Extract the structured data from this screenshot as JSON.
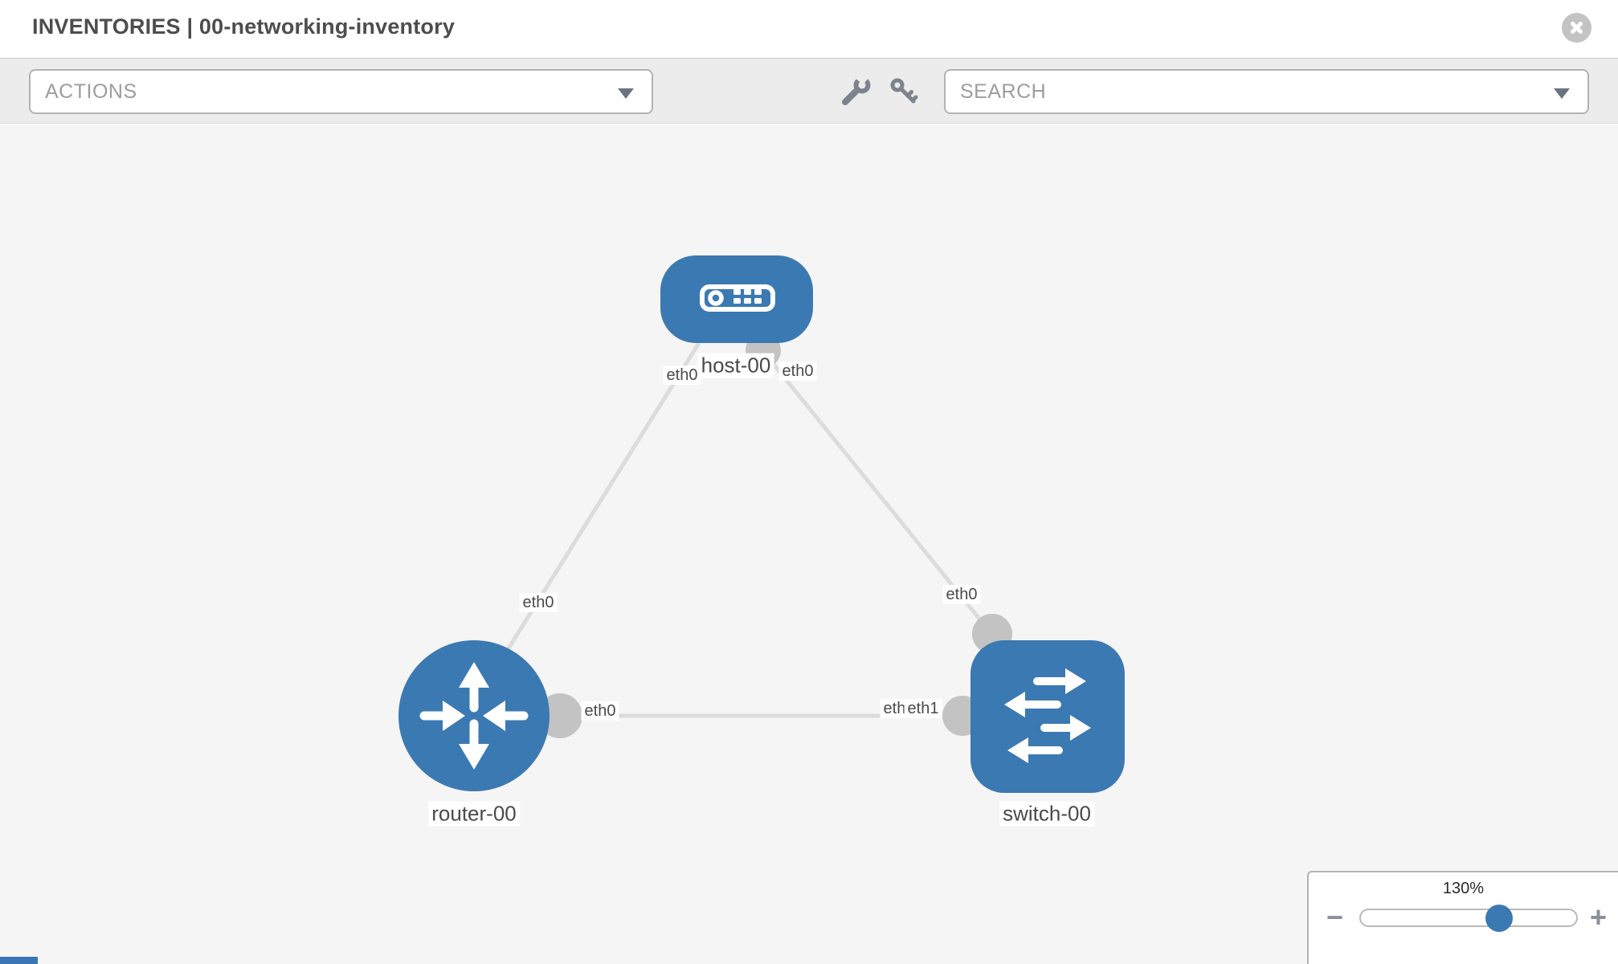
{
  "header": {
    "title": "INVENTORIES | 00-networking-inventory"
  },
  "toolbar": {
    "actions_label": "ACTIONS",
    "search_placeholder": "SEARCH"
  },
  "topology": {
    "nodes": [
      {
        "label": "host-00",
        "type": "host"
      },
      {
        "label": "router-00",
        "type": "router"
      },
      {
        "label": "switch-00",
        "type": "switch"
      }
    ],
    "links": [
      {
        "from": "host-00",
        "to": "router-00",
        "from_interface": "eth0",
        "to_interface": "eth0"
      },
      {
        "from": "host-00",
        "to": "switch-00",
        "from_interface": "eth0",
        "to_interface": "eth0"
      },
      {
        "from": "router-00",
        "to": "switch-00",
        "from_interface": "eth0",
        "to_interface": "eth1"
      }
    ],
    "interfaces": {
      "host_left": "eth0",
      "host_right": "eth0",
      "host_router_mid": "eth0",
      "host_switch_mid": "eth0",
      "router_right": "eth0",
      "switch_left_back": "eth0",
      "switch_left_front": "eth1"
    },
    "colors": {
      "node_fill": "#3b79b2",
      "link": "#dcdcdc",
      "connector": "#c3c3c3",
      "canvas_bg": "#f5f5f5"
    }
  },
  "zoom_control": {
    "percent_label": "130%",
    "minus_label": "−",
    "plus_label": "+"
  }
}
